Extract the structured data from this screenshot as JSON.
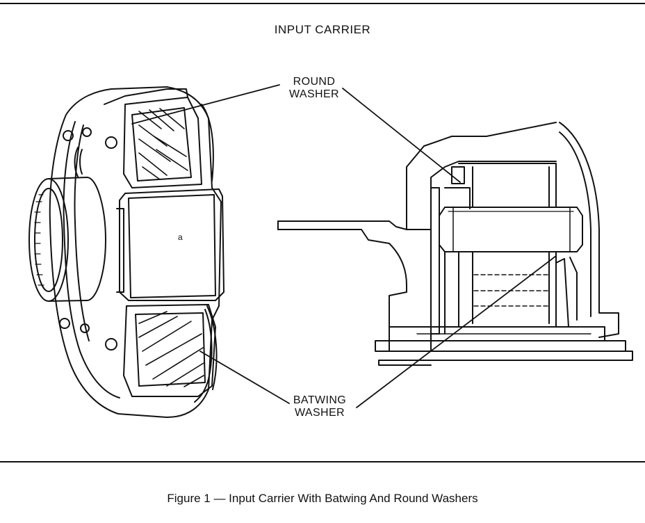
{
  "diagram": {
    "title": "INPUT CARRIER",
    "labels": {
      "round_washer": [
        "ROUND",
        "WASHER"
      ],
      "batwing_washer": [
        "BATWING",
        "WASHER"
      ]
    },
    "caption": "Figure 1 — Input Carrier With Batwing And Round Washers",
    "colors": {
      "ink": "#111111",
      "paper": "#ffffff"
    }
  }
}
